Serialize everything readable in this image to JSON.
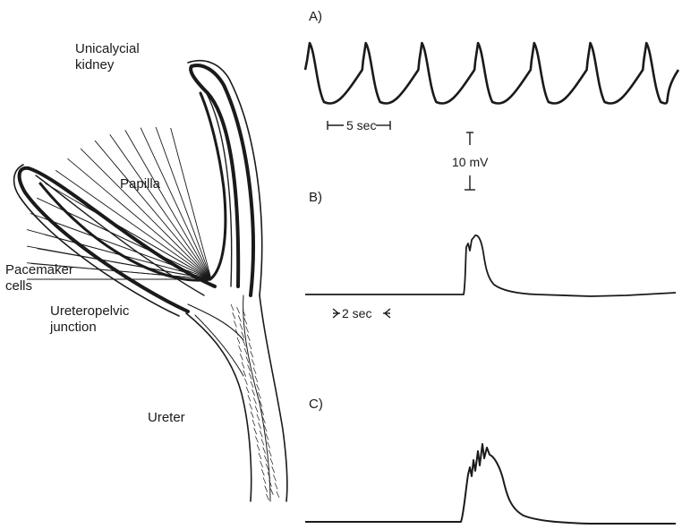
{
  "anatomy": {
    "unicalycial_kidney": [
      "Unicalycial",
      "kidney"
    ],
    "papilla": "Papilla",
    "pacemaker_cells": [
      "Pacemaker",
      "cells"
    ],
    "ureteropelvic_junction": [
      "Ureteropelvic",
      "junction"
    ],
    "ureter": "Ureter"
  },
  "traces": {
    "a": {
      "label": "A)",
      "time_scale": "5 sec",
      "peak_count": 7
    },
    "b": {
      "label": "B)",
      "time_scale": "2 sec"
    },
    "c": {
      "label": "C)"
    }
  },
  "voltage_scale": "10 mV",
  "colors": {
    "ink": "#1a1a1a",
    "background": "#ffffff"
  }
}
